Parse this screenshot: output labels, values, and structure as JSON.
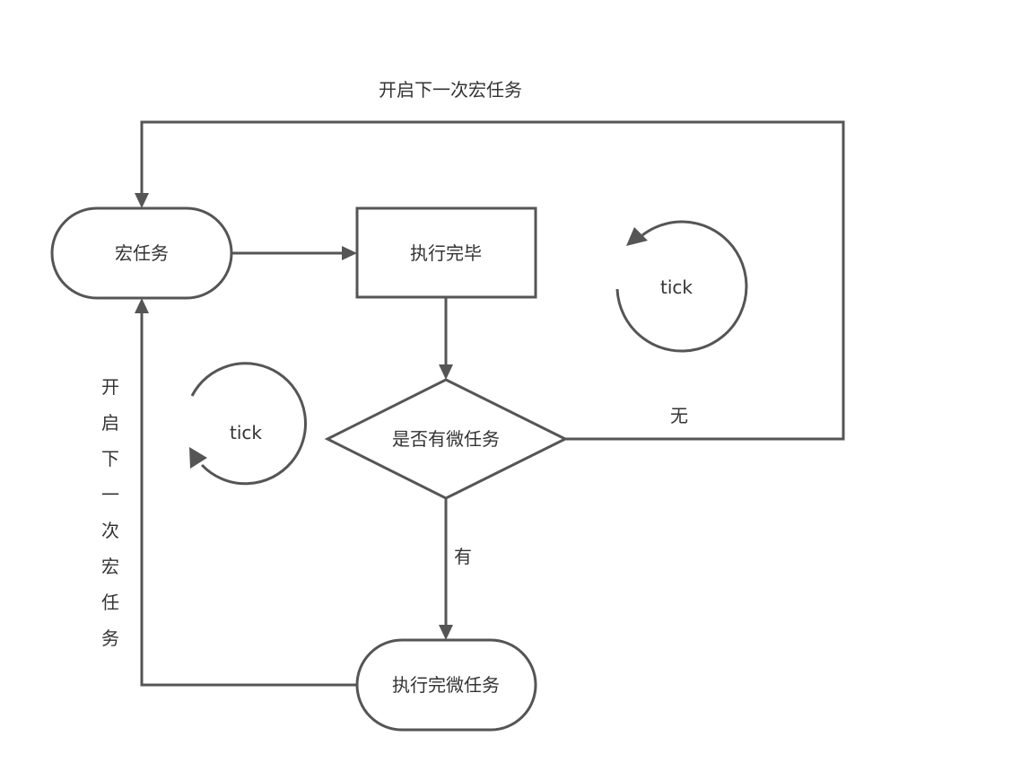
{
  "diagram": {
    "title": "Event Loop: macrotask / microtask flow",
    "nodes": {
      "macrotask": {
        "label": "宏任务",
        "shape": "terminal"
      },
      "exec_done": {
        "label": "执行完毕",
        "shape": "process"
      },
      "has_micro": {
        "label": "是否有微任务",
        "shape": "decision"
      },
      "exec_micro": {
        "label": "执行完微任务",
        "shape": "terminal"
      }
    },
    "edges": {
      "macro_to_exec": {
        "from": "macrotask",
        "to": "exec_done",
        "label": ""
      },
      "exec_to_decision": {
        "from": "exec_done",
        "to": "has_micro",
        "label": ""
      },
      "decision_no": {
        "from": "has_micro",
        "to": "macrotask",
        "label": "无"
      },
      "decision_yes": {
        "from": "has_micro",
        "to": "exec_micro",
        "label": "有"
      },
      "micro_to_macro": {
        "from": "exec_micro",
        "to": "macrotask",
        "label": ""
      }
    },
    "annotations": {
      "top_loop_label": "开启下一次宏任务",
      "left_loop_label_chars": [
        "开",
        "启",
        "下",
        "一",
        "次",
        "宏",
        "任",
        "务"
      ],
      "tick_right": "tick",
      "tick_left": "tick"
    },
    "colors": {
      "stroke": "#555555",
      "text": "#333333",
      "background": "#ffffff"
    }
  }
}
